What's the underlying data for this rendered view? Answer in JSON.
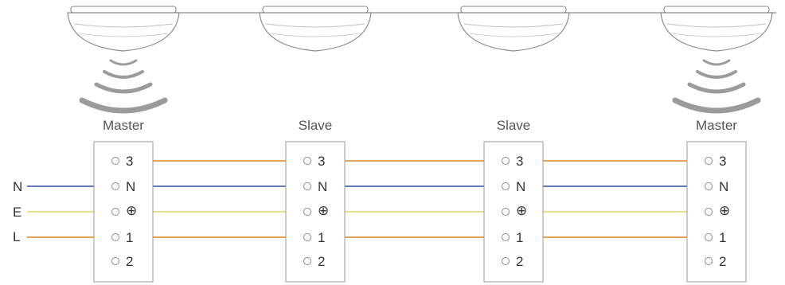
{
  "colors": {
    "line_3": "#e0953c",
    "line_N": "#4a6aa8",
    "line_E": "#e8d77a",
    "line_L": "#e0953c",
    "box_border": "#9a9a9a",
    "lamp_stroke": "#8a8a8a",
    "sensor_arc": "#9b9b9b"
  },
  "input_labels": [
    "N",
    "E",
    "L"
  ],
  "units": [
    {
      "caption": "Master",
      "has_sensor": true
    },
    {
      "caption": "Slave",
      "has_sensor": false
    },
    {
      "caption": "Slave",
      "has_sensor": false
    },
    {
      "caption": "Master",
      "has_sensor": true
    }
  ],
  "terminals": [
    {
      "label": "3",
      "wire": "3"
    },
    {
      "label": "N",
      "wire": "N"
    },
    {
      "label": "⊕",
      "wire": "E"
    },
    {
      "label": "1",
      "wire": "L"
    },
    {
      "label": "2",
      "wire": null
    }
  ]
}
